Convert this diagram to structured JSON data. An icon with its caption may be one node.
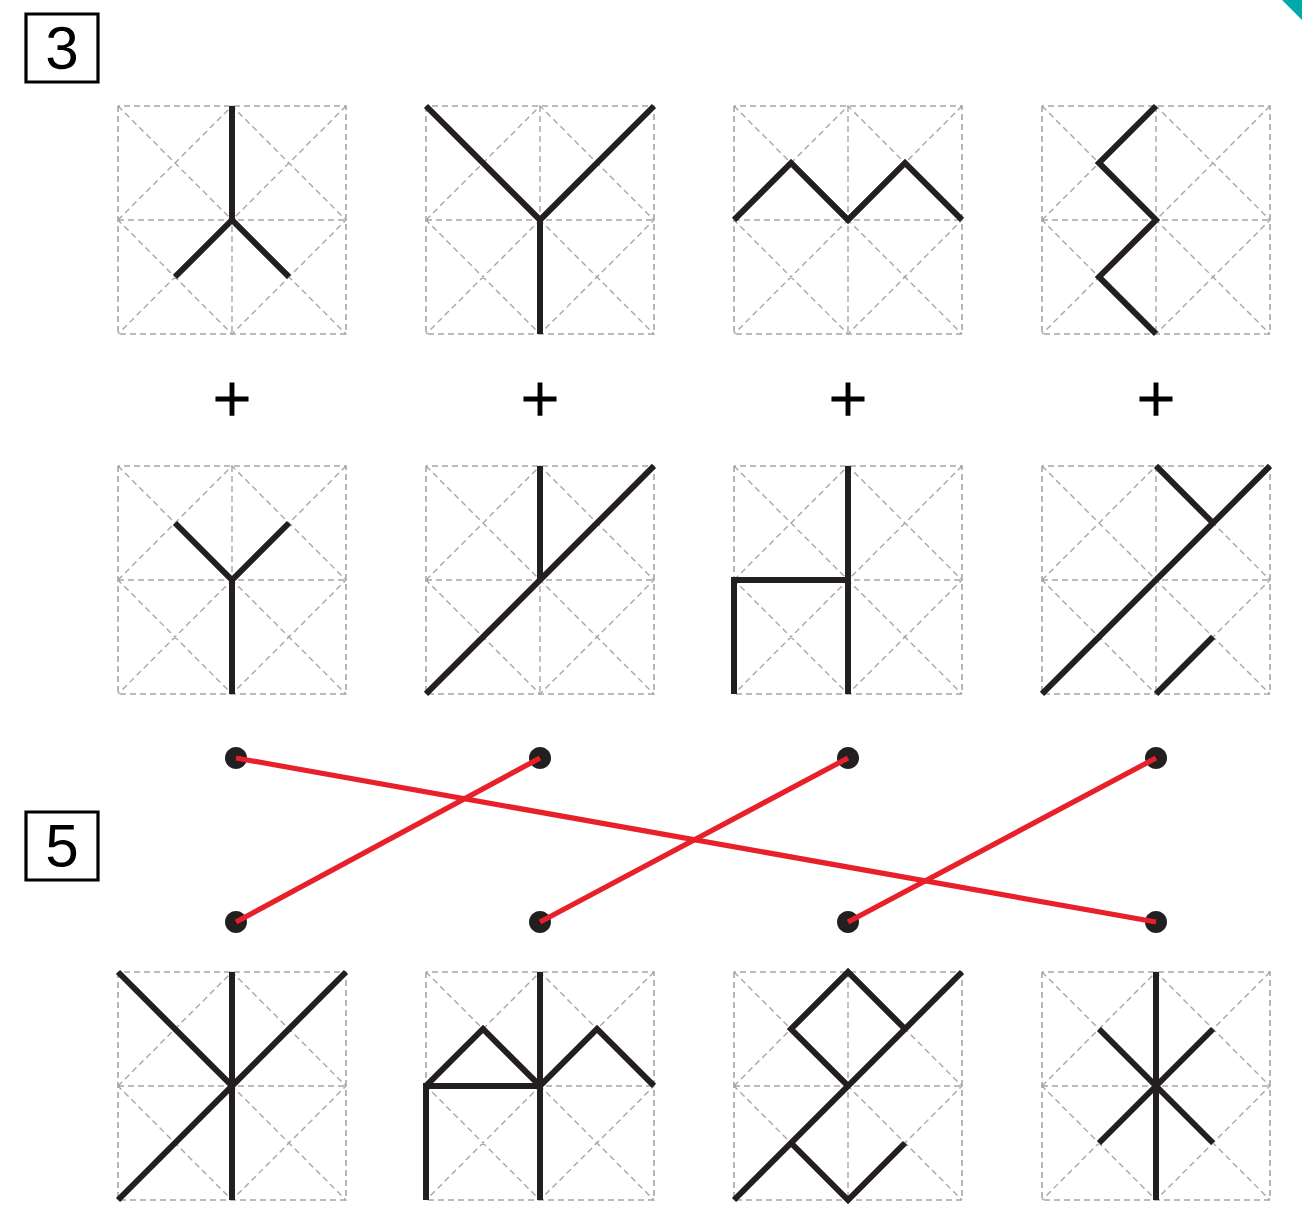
{
  "diagram": {
    "nodes": [
      {
        "text": [],
        "shape": "circle"
      },
      {
        "text": [],
        "shape": "circle"
      },
      {
        "text": [],
        "shape": "circle"
      },
      {
        "text": [],
        "shape": "circle"
      },
      {
        "text": [],
        "shape": "circle"
      },
      {
        "text": [],
        "shape": "circle"
      },
      {
        "text": [],
        "shape": "circle"
      },
      {
        "text": [],
        "shape": "circle"
      }
    ],
    "edges": [
      {
        "from": 0,
        "to": 7,
        "arrow": "none",
        "color": "#e8202a"
      },
      {
        "from": 1,
        "to": 4,
        "arrow": "none",
        "color": "#e8202a"
      },
      {
        "from": 2,
        "to": 5,
        "arrow": "none",
        "color": "#e8202a"
      },
      {
        "from": 3,
        "to": 6,
        "arrow": "none",
        "color": "#e8202a"
      }
    ],
    "labels": [
      "3",
      "+",
      "+",
      "+",
      "+",
      "5"
    ]
  }
}
